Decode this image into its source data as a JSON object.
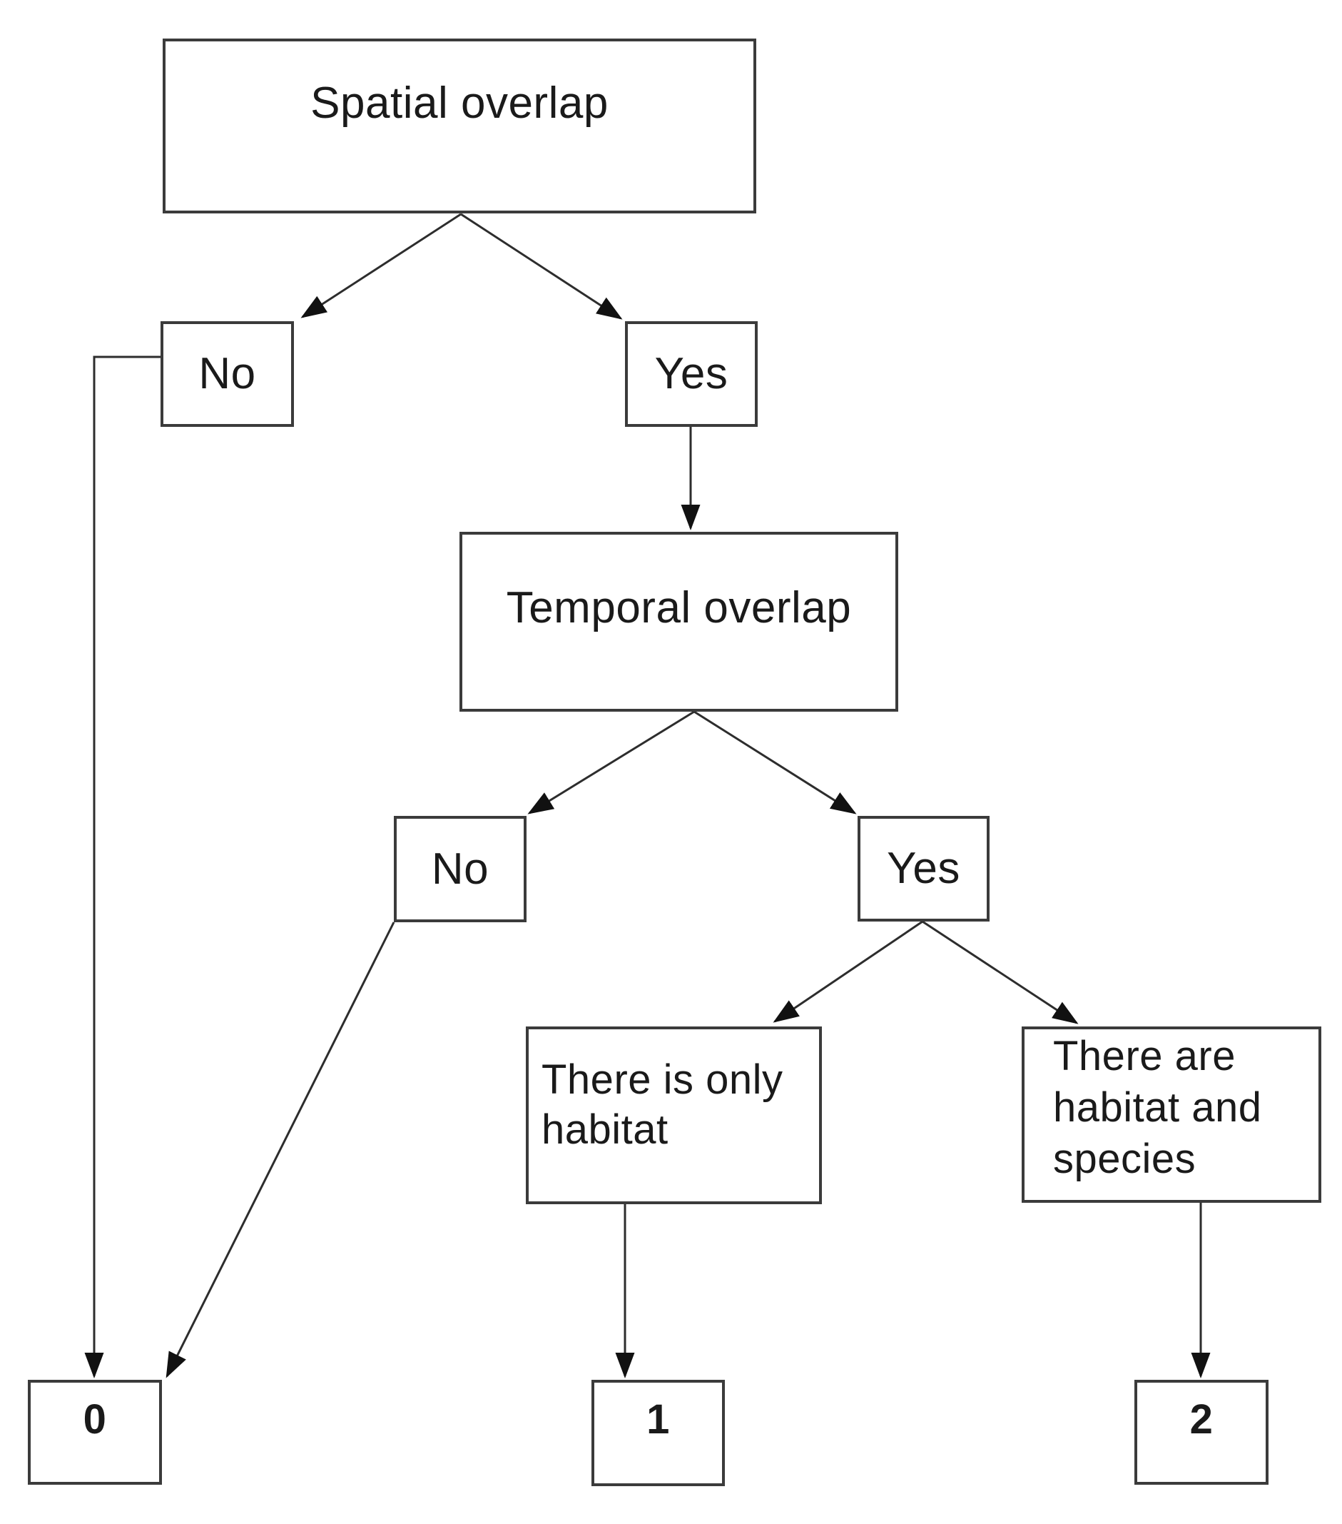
{
  "nodes": {
    "spatial": {
      "label": "Spatial overlap"
    },
    "no1": {
      "label": "No"
    },
    "yes1": {
      "label": "Yes"
    },
    "temporal": {
      "label": "Temporal overlap"
    },
    "no2": {
      "label": "No"
    },
    "yes2": {
      "label": "Yes"
    },
    "habitat_only": {
      "line1": "There is only",
      "line2": "habitat"
    },
    "habitat_species": {
      "line1": "There are",
      "line2": "habitat and",
      "line3": "species"
    },
    "score0": {
      "label": "0"
    },
    "score1": {
      "label": "1"
    },
    "score2": {
      "label": "2"
    }
  },
  "colors": {
    "ink": "#1a1a1a",
    "border": "#3b3b3b",
    "line": "#2d2d2d",
    "background": "#ffffff"
  }
}
